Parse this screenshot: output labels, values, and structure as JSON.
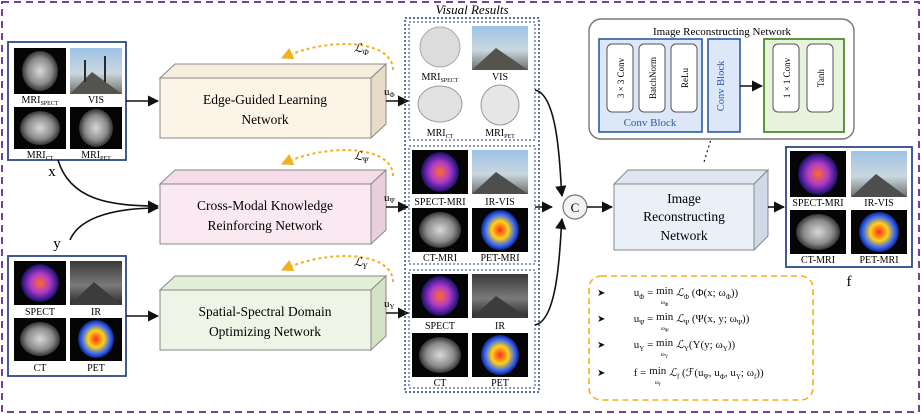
{
  "visual_results_title": "Visual Results",
  "inputs_top": {
    "labels": [
      "MRI",
      "VIS",
      "MRI",
      "MRI"
    ],
    "subs": [
      "SPECT",
      "",
      "CT",
      "PET"
    ],
    "input_var": "x"
  },
  "inputs_bottom": {
    "labels": [
      "SPECT",
      "IR",
      "CT",
      "PET"
    ],
    "input_var": "y"
  },
  "networks": [
    {
      "line1": "Edge-Guided Learning",
      "line2": "Network",
      "out_main": "u",
      "out_sub": "Φ",
      "loss_main": "ℒ",
      "loss_sub": "Φ"
    },
    {
      "line1": "Cross-Modal Knowledge",
      "line2": "Reinforcing Network",
      "out_main": "u",
      "out_sub": "Ψ",
      "loss_main": "ℒ",
      "loss_sub": "Ψ"
    },
    {
      "line1": "Spatial-Spectral Domain",
      "line2": "Optimizing Network",
      "out_main": "u",
      "out_sub": "Υ",
      "loss_main": "ℒ",
      "loss_sub": "Υ"
    }
  ],
  "results": [
    {
      "labels": [
        "MRI",
        "VIS",
        "MRI",
        "MRI"
      ],
      "subs": [
        "SPECT",
        "",
        "CT",
        "PET"
      ]
    },
    {
      "labels": [
        "SPECT-MRI",
        "IR-VIS",
        "CT-MRI",
        "PET-MRI"
      ],
      "subs": [
        "",
        "",
        "",
        ""
      ]
    },
    {
      "labels": [
        "SPECT",
        "IR",
        "CT",
        "PET"
      ],
      "subs": [
        "",
        "",
        "",
        ""
      ]
    }
  ],
  "concat_symbol": "C",
  "recon_network": {
    "line1": "Image",
    "line2": "Reconstructing",
    "line3": "Network"
  },
  "irn_panel": {
    "title": "Image Reconstructing Network",
    "conv_block_label": "Conv Block",
    "conv_block_side": "Conv Block",
    "conv_layers": [
      "3 × 3 Conv",
      "BatchNorm",
      "ReLu"
    ],
    "final_layers": [
      "1 × 1 Conv",
      "Tanh"
    ]
  },
  "outputs": {
    "labels": [
      "SPECT-MRI",
      "IR-VIS",
      "CT-MRI",
      "PET-MRI"
    ],
    "output_var": "f"
  },
  "formulas": [
    "u_Φ = min_{ω_Φ} ℒ_Φ (Φ(x; ω_Φ))",
    "u_Ψ = min_{ω_Ψ} ℒ_Ψ (Ψ(x, y; ω_Ψ))",
    "u_Υ = min_{ω_Υ} ℒ_Υ(Υ(y; ω_Υ))",
    "f = min_{ω_f} ℒ_f (ℱ(u_Ψ, u_Φ, u_Υ; ω_f))"
  ],
  "formula_parts": [
    {
      "lhs": "u",
      "lhs_sub": "Φ",
      "min": "min",
      "min_sub": "ω",
      "min_subsub": "Φ",
      "loss": "ℒ",
      "loss_sub": "Φ",
      "body": " (Φ(x; ω",
      "body_sub": "Φ",
      "tail": "))"
    },
    {
      "lhs": "u",
      "lhs_sub": "Ψ",
      "min": "min",
      "min_sub": "ω",
      "min_subsub": "Ψ",
      "loss": "ℒ",
      "loss_sub": "Ψ",
      "body": " (Ψ(x, y; ω",
      "body_sub": "Ψ",
      "tail": "))"
    },
    {
      "lhs": "u",
      "lhs_sub": "Υ",
      "min": "min",
      "min_sub": "ω",
      "min_subsub": "Υ",
      "loss": "ℒ",
      "loss_sub": "Υ",
      "body": "(Υ(y; ω",
      "body_sub": "Υ",
      "tail": "))"
    },
    {
      "lhs": "f",
      "lhs_sub": "",
      "min": "min",
      "min_sub": "ω",
      "min_subsub": "f",
      "loss": "ℒ",
      "loss_sub": "f",
      "body": " (ℱ(u",
      "body_sub": "Ψ",
      "tail": ", u",
      "tail_sub": "Φ",
      "tail2": ", u",
      "tail2_sub": "Υ",
      "tail3": "; ω",
      "tail3_sub": "f",
      "tail4": "))"
    }
  ],
  "bullet": "➤",
  "colors": {
    "frame": "#7a3e9d",
    "input_border": "#2d4a86",
    "dotted_border": "#1f3b73",
    "loss_arrow": "#f2b01e",
    "net1_fill": "#fdf4e8",
    "net2_fill": "#fbe9f1",
    "net3_fill": "#eef5e6",
    "recon_fill": "#eaf0f8",
    "conv_block_fill": "#dce7f7",
    "final_fill": "#e7f3dc",
    "final_border": "#4a8a2a",
    "blue_border": "#2e5aa8"
  }
}
